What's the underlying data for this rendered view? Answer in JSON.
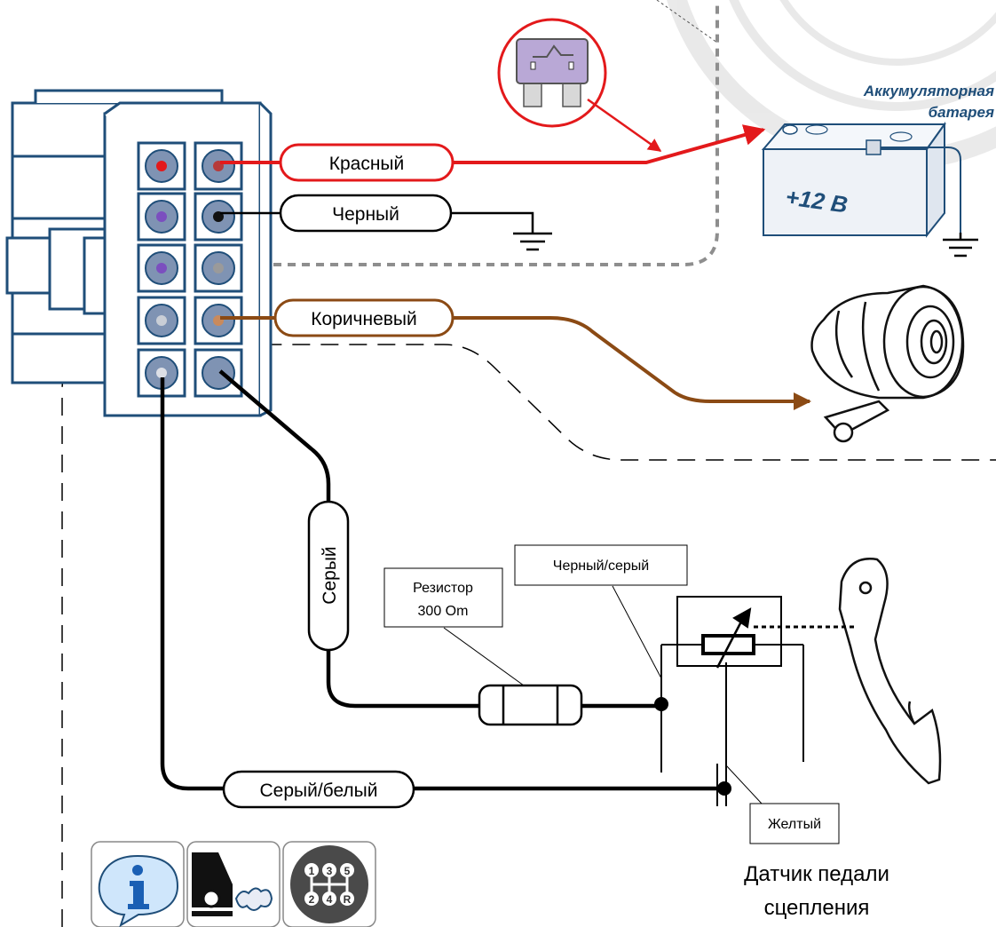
{
  "wires": {
    "red": {
      "label": "Красный",
      "color": "#e3191b"
    },
    "black": {
      "label": "Черный",
      "color": "#000000"
    },
    "brown": {
      "label": "Коричневый",
      "color": "#8b4a14"
    },
    "gray": {
      "label": "Серый",
      "color": "#000000"
    },
    "gray_white": {
      "label": "Серый/белый",
      "color": "#000000"
    }
  },
  "battery": {
    "title_line1": "Аккумуляторная",
    "title_line2": "батарея",
    "voltage": "+12 В",
    "color": "#1f4e79"
  },
  "resistor": {
    "label_line1": "Резистор",
    "label_line2": "300 Om"
  },
  "sensor": {
    "wire_black_gray": "Черный/серый",
    "wire_yellow": "Желтый",
    "title_line1": "Датчик педали",
    "title_line2": "сцепления"
  },
  "gearbox_numbers": {
    "top": [
      "1",
      "3",
      "5"
    ],
    "bottom": [
      "2",
      "4",
      "R"
    ]
  },
  "bottom_icons": [
    "info-icon",
    "car-exhaust-icon",
    "manual-gearbox-icon"
  ],
  "colors": {
    "connector": "#1f4e79",
    "pin_fill": "#7f93b3",
    "fuse_circle": "#e3191b",
    "fuse_body": "#b9a8d6"
  }
}
